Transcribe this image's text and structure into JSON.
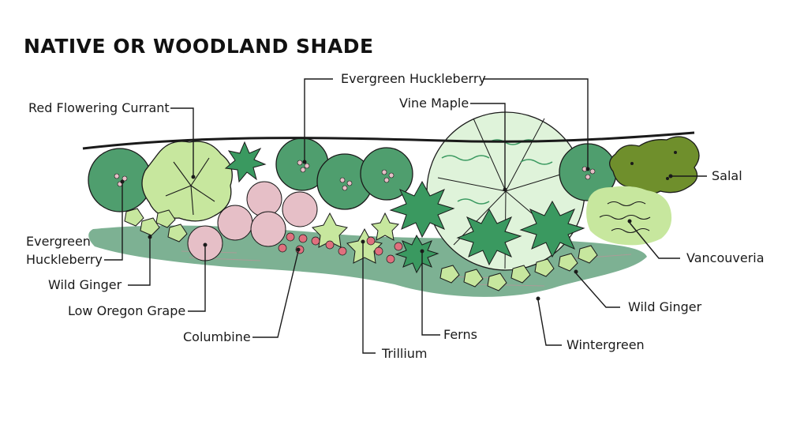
{
  "title": "NATIVE OR WOODLAND SHADE",
  "colors": {
    "line": "#1a1a1a",
    "dark_green": "#4f9e6e",
    "mid_green": "#3a9960",
    "light_green": "#c7e79e",
    "pale_green": "#dff3da",
    "olive": "#6f8f2c",
    "pink": "#e6bfc7",
    "berry": "#e0707e",
    "ground": "#6fa887"
  },
  "labels": {
    "red_flowering_currant": "Red Flowering Currant",
    "evergreen_huckleberry_top": "Evergreen Huckleberry",
    "vine_maple": "Vine Maple",
    "salal": "Salal",
    "evergreen_huckleberry_left_1": "Evergreen",
    "evergreen_huckleberry_left_2": "Huckleberry",
    "wild_ginger_left": "Wild Ginger",
    "low_oregon_grape": "Low Oregon Grape",
    "columbine": "Columbine",
    "trillium": "Trillium",
    "ferns": "Ferns",
    "wintergreen": "Wintergreen",
    "wild_ginger_right": "Wild Ginger",
    "vancouveria": "Vancouveria"
  }
}
